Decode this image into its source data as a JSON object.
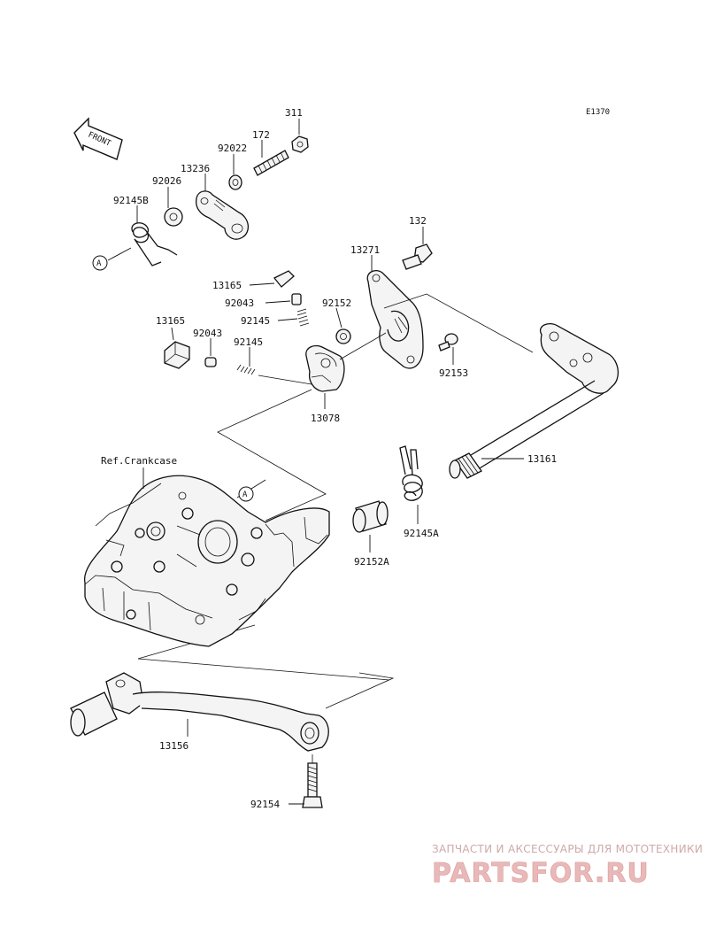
{
  "diagram": {
    "code": "E1370",
    "front_label": "FRONT",
    "ref_label": "Ref.Crankcase",
    "callout_a": "A",
    "parts": {
      "p311": "311",
      "p172": "172",
      "p92022": "92022",
      "p13236": "13236",
      "p92026": "92026",
      "p92145B": "92145B",
      "p132": "132",
      "p13271": "13271",
      "p13165_top": "13165",
      "p92043_top": "92043",
      "p92152": "92152",
      "p92145_top": "92145",
      "p13165_left": "13165",
      "p92043_left": "92043",
      "p92145_left": "92145",
      "p92153": "92153",
      "p13078": "13078",
      "p13161": "13161",
      "p92145A": "92145A",
      "p92152A": "92152A",
      "p13156": "13156",
      "p92154": "92154"
    }
  },
  "watermark": {
    "line1": "ЗАПЧАСТИ И АКСЕССУАРЫ ДЛЯ МОТОТЕХНИКИ",
    "line2": "PARTSFOR.RU"
  }
}
